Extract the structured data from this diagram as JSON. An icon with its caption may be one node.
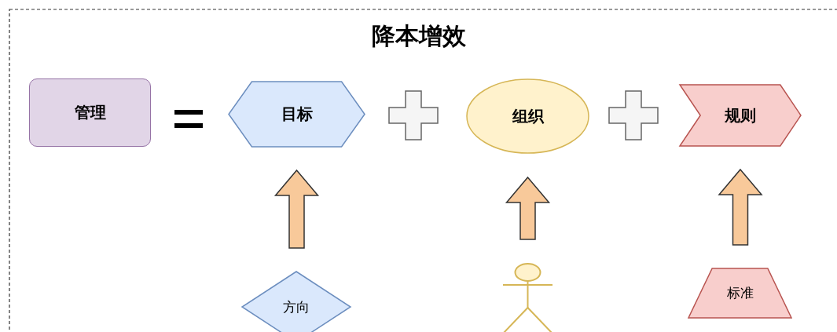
{
  "diagram": {
    "title": "降本增效",
    "nodes": [
      {
        "text": [
          "管理"
        ]
      },
      {
        "text": [
          "目标"
        ]
      },
      {
        "text": [
          "组织"
        ]
      },
      {
        "text": [
          "规则"
        ]
      },
      {
        "text": [
          "方向"
        ]
      },
      {
        "text": [],
        "shape": "person"
      },
      {
        "text": [
          "标准"
        ]
      }
    ],
    "edges": [
      {
        "from": 4,
        "to": 1,
        "arrow": "to"
      },
      {
        "from": 5,
        "to": 2,
        "arrow": "to"
      },
      {
        "from": 6,
        "to": 3,
        "arrow": "to"
      }
    ]
  }
}
